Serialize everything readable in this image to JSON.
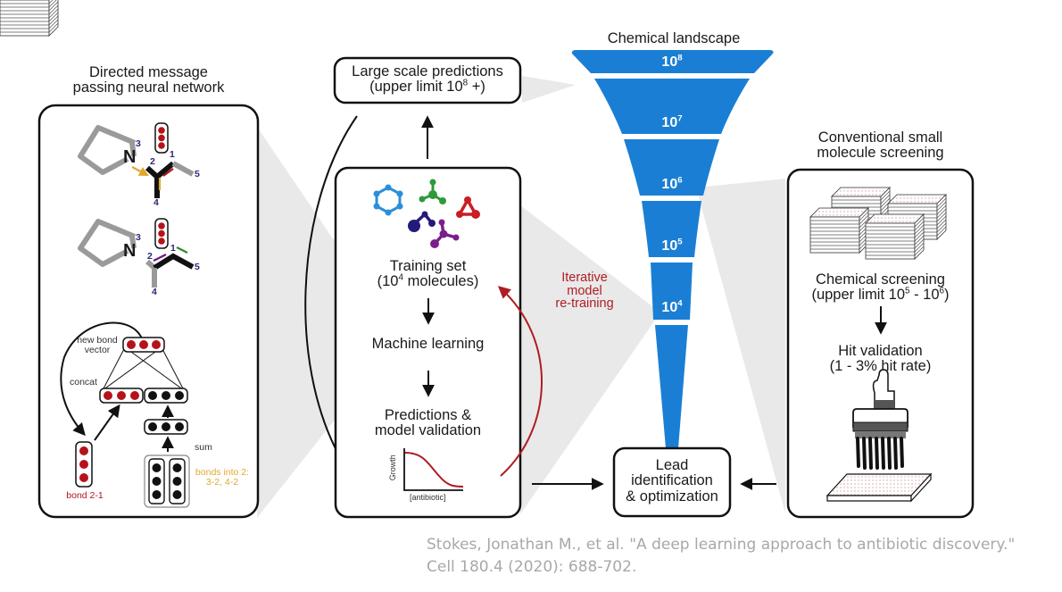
{
  "dmpnn": {
    "title_line1": "Directed message",
    "title_line2": "passing neural network",
    "atom_n": "N",
    "atom_numbers": [
      "1",
      "2",
      "3",
      "4",
      "5"
    ],
    "new_bond_vector_line1": "new bond",
    "new_bond_vector_line2": "vector",
    "concat": "concat",
    "sum": "sum",
    "bond_label": "bond 2-1",
    "bonds_into_line1": "bonds into 2:",
    "bonds_into_line2": "3-2, 4-2"
  },
  "center": {
    "large_scale_line1": "Large scale predictions",
    "large_scale_line2_pre": "(upper limit 10",
    "large_scale_sup": "8",
    "large_scale_line2_post": " +)",
    "training_set_line1": "Training set",
    "training_set_pre": "(10",
    "training_set_sup": "4",
    "training_set_post": " molecules)",
    "machine_learning": "Machine learning",
    "predictions_line1": "Predictions &",
    "predictions_line2": "model validation",
    "growth_axis": "Growth",
    "antibiotic_axis": "[antibiotic]",
    "iterative_line1": "Iterative",
    "iterative_line2": "model",
    "iterative_line3": "re-training"
  },
  "funnel": {
    "title": "Chemical landscape",
    "levels": [
      {
        "base": "10",
        "exp": "8"
      },
      {
        "base": "10",
        "exp": "7"
      },
      {
        "base": "10",
        "exp": "6"
      },
      {
        "base": "10",
        "exp": "5"
      },
      {
        "base": "10",
        "exp": "4"
      }
    ],
    "lead_line1": "Lead",
    "lead_line2": "identification",
    "lead_line3": "& optimization"
  },
  "conventional": {
    "title_line1": "Conventional small",
    "title_line2": "molecule screening",
    "chem_screen_line1": "Chemical screening",
    "chem_screen_pre": "(upper limit 10",
    "chem_screen_sup1": "5",
    "chem_screen_mid": " - 10",
    "chem_screen_sup2": "6",
    "chem_screen_post": ")",
    "hit_line1": "Hit validation",
    "hit_line2": "(1 - 3% hit rate)"
  },
  "citation": {
    "line1": "Stokes, Jonathan M., et al. \"A deep learning approach to antibiotic discovery.\"",
    "line2": "Cell 180.4 (2020): 688-702."
  },
  "colors": {
    "funnel_blue": "#1a7fd4",
    "node_red": "#b5121b",
    "retrain_red": "#b01c24",
    "bond_yellow": "#e0a92c",
    "shadow_gray": "#e6e6e6"
  }
}
